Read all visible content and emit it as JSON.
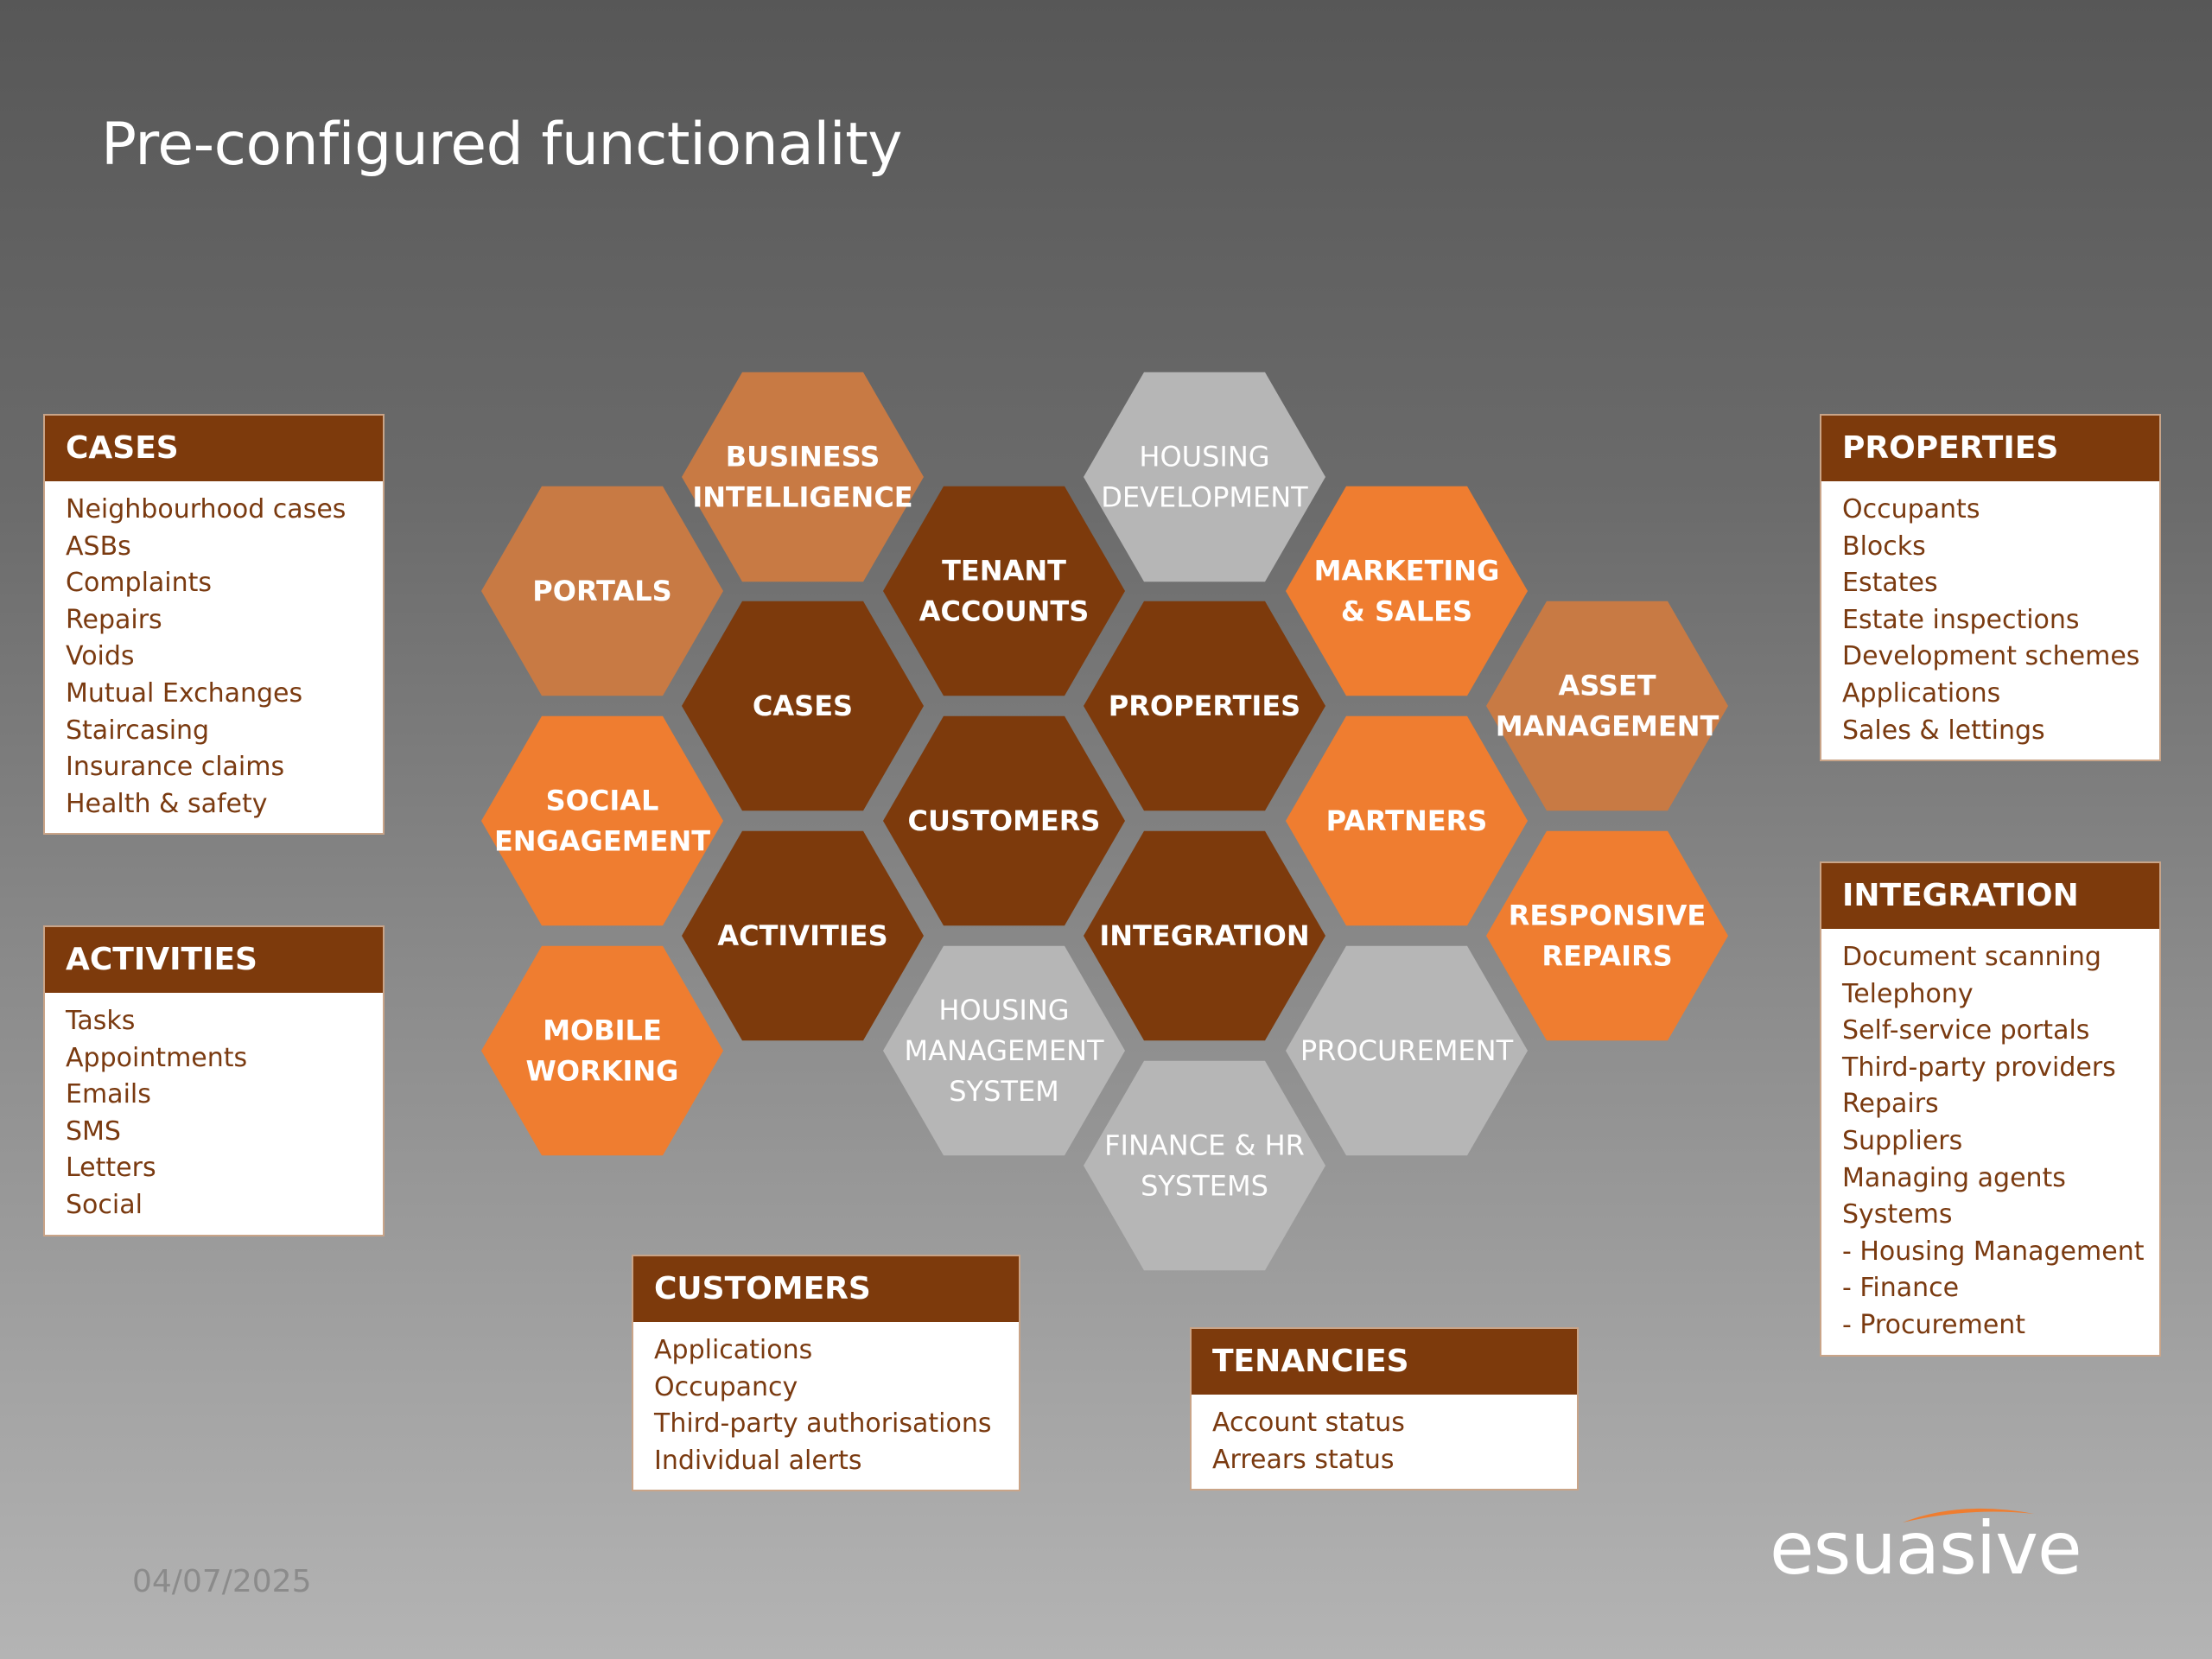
{
  "slide": {
    "title": "Pre-configured functionality",
    "date": "04/07/2025",
    "logo_text": "esuasive"
  },
  "colors": {
    "dark_brown": "#7d3a0c",
    "medium_orange": "#c87a44",
    "bright_orange": "#ef7d30",
    "light_gray": "#b6b6b6",
    "panel_text": "#7a3a10"
  },
  "hexes": [
    {
      "lines": [
        "BUSINESS",
        "INTELLIGENCE"
      ],
      "color": "medium_orange"
    },
    {
      "lines": [
        "HOUSING",
        "DEVELOPMENT"
      ],
      "color": "light_gray"
    },
    {
      "lines": [
        "PORTALS"
      ],
      "color": "medium_orange"
    },
    {
      "lines": [
        "TENANT",
        "ACCOUNTS"
      ],
      "color": "dark_brown"
    },
    {
      "lines": [
        "MARKETING",
        "& SALES"
      ],
      "color": "bright_orange"
    },
    {
      "lines": [
        "CASES"
      ],
      "color": "dark_brown"
    },
    {
      "lines": [
        "PROPERTIES"
      ],
      "color": "dark_brown"
    },
    {
      "lines": [
        "ASSET",
        "MANAGEMENT"
      ],
      "color": "medium_orange"
    },
    {
      "lines": [
        "SOCIAL",
        "ENGAGEMENT"
      ],
      "color": "bright_orange"
    },
    {
      "lines": [
        "CUSTOMERS"
      ],
      "color": "dark_brown"
    },
    {
      "lines": [
        "PARTNERS"
      ],
      "color": "bright_orange"
    },
    {
      "lines": [
        "ACTIVITIES"
      ],
      "color": "dark_brown"
    },
    {
      "lines": [
        "INTEGRATION"
      ],
      "color": "dark_brown"
    },
    {
      "lines": [
        "RESPONSIVE",
        "REPAIRS"
      ],
      "color": "bright_orange"
    },
    {
      "lines": [
        "MOBILE",
        "WORKING"
      ],
      "color": "bright_orange"
    },
    {
      "lines": [
        "HOUSING",
        "MANAGEMENT",
        "SYSTEM"
      ],
      "color": "light_gray"
    },
    {
      "lines": [
        "PROCUREMENT"
      ],
      "color": "light_gray"
    },
    {
      "lines": [
        "FINANCE & HR",
        "SYSTEMS"
      ],
      "color": "light_gray"
    }
  ],
  "panels": {
    "cases": {
      "title": "CASES",
      "items": [
        "Neighbourhood cases",
        "ASBs",
        "Complaints",
        "Repairs",
        "Voids",
        "Mutual Exchanges",
        "Staircasing",
        "Insurance claims",
        "Health & safety"
      ]
    },
    "activities": {
      "title": "ACTIVITIES",
      "items": [
        "Tasks",
        "Appointments",
        "Emails",
        "SMS",
        "Letters",
        "Social"
      ]
    },
    "customers": {
      "title": "CUSTOMERS",
      "items": [
        "Applications",
        "Occupancy",
        "Third-party authorisations",
        "Individual alerts"
      ]
    },
    "tenancies": {
      "title": "TENANCIES",
      "items": [
        "Account status",
        "Arrears status"
      ]
    },
    "properties": {
      "title": "PROPERTIES",
      "items": [
        "Occupants",
        "Blocks",
        "Estates",
        "Estate inspections",
        "Development schemes",
        "Applications",
        "Sales & lettings"
      ]
    },
    "integration": {
      "title": "INTEGRATION",
      "items": [
        "Document scanning",
        "Telephony",
        "Self-service portals",
        "Third-party providers",
        "Repairs",
        "Suppliers",
        "Managing agents",
        "Systems",
        "- Housing Management",
        "- Finance",
        "- Procurement"
      ]
    }
  }
}
